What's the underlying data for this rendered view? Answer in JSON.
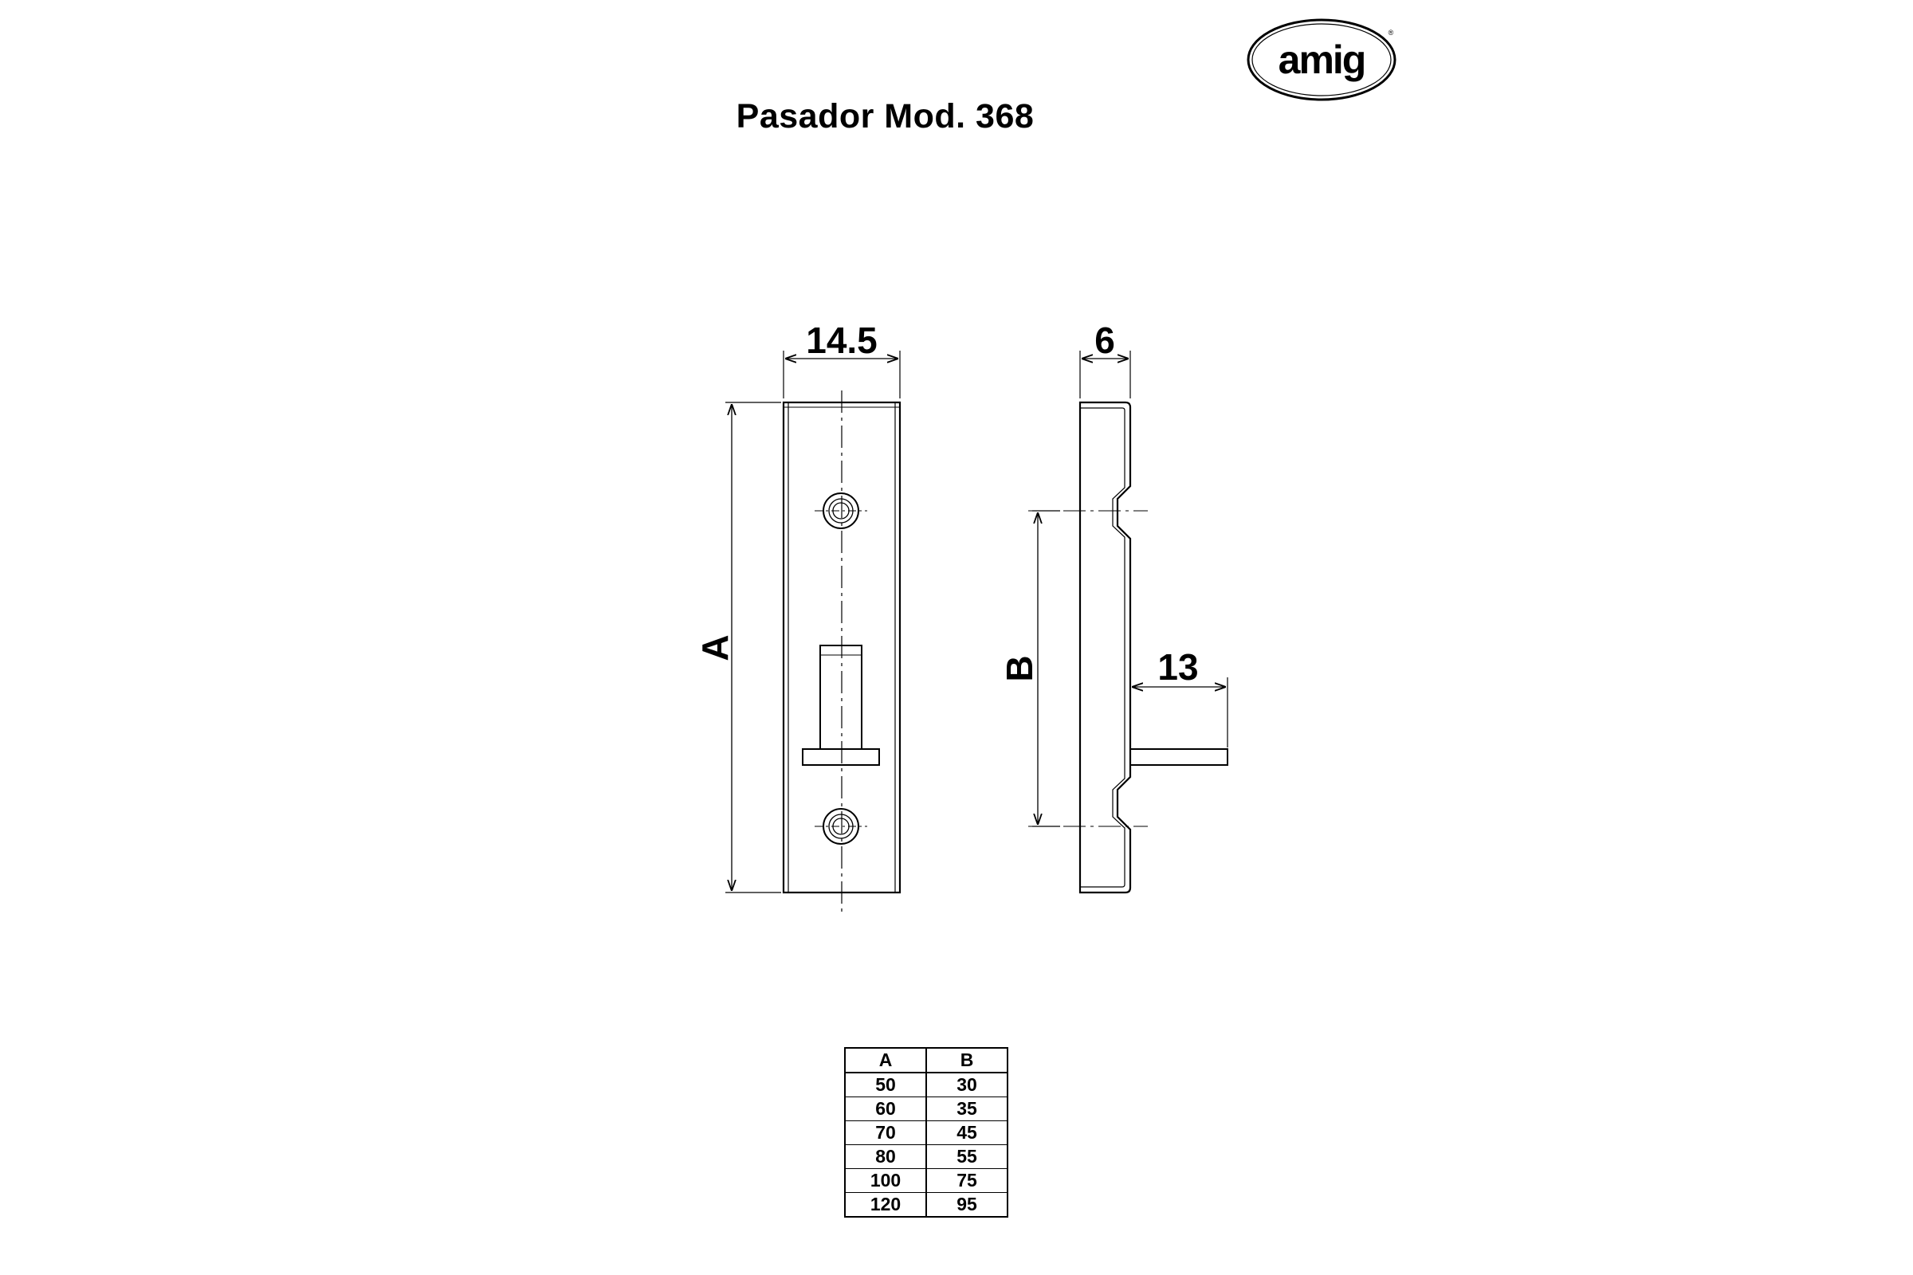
{
  "header": {
    "brand": "amig",
    "title": "Pasador Mod. 368"
  },
  "dimensions": {
    "width": "14.5",
    "thickness": "6",
    "height_label": "A",
    "spacing_label": "B",
    "bolt_projection": "13"
  },
  "table": {
    "columns": [
      "A",
      "B"
    ],
    "rows": [
      [
        "50",
        "30"
      ],
      [
        "60",
        "35"
      ],
      [
        "70",
        "45"
      ],
      [
        "80",
        "55"
      ],
      [
        "100",
        "75"
      ],
      [
        "120",
        "95"
      ]
    ]
  },
  "colors": {
    "ink": "#000000",
    "background": "#ffffff"
  }
}
